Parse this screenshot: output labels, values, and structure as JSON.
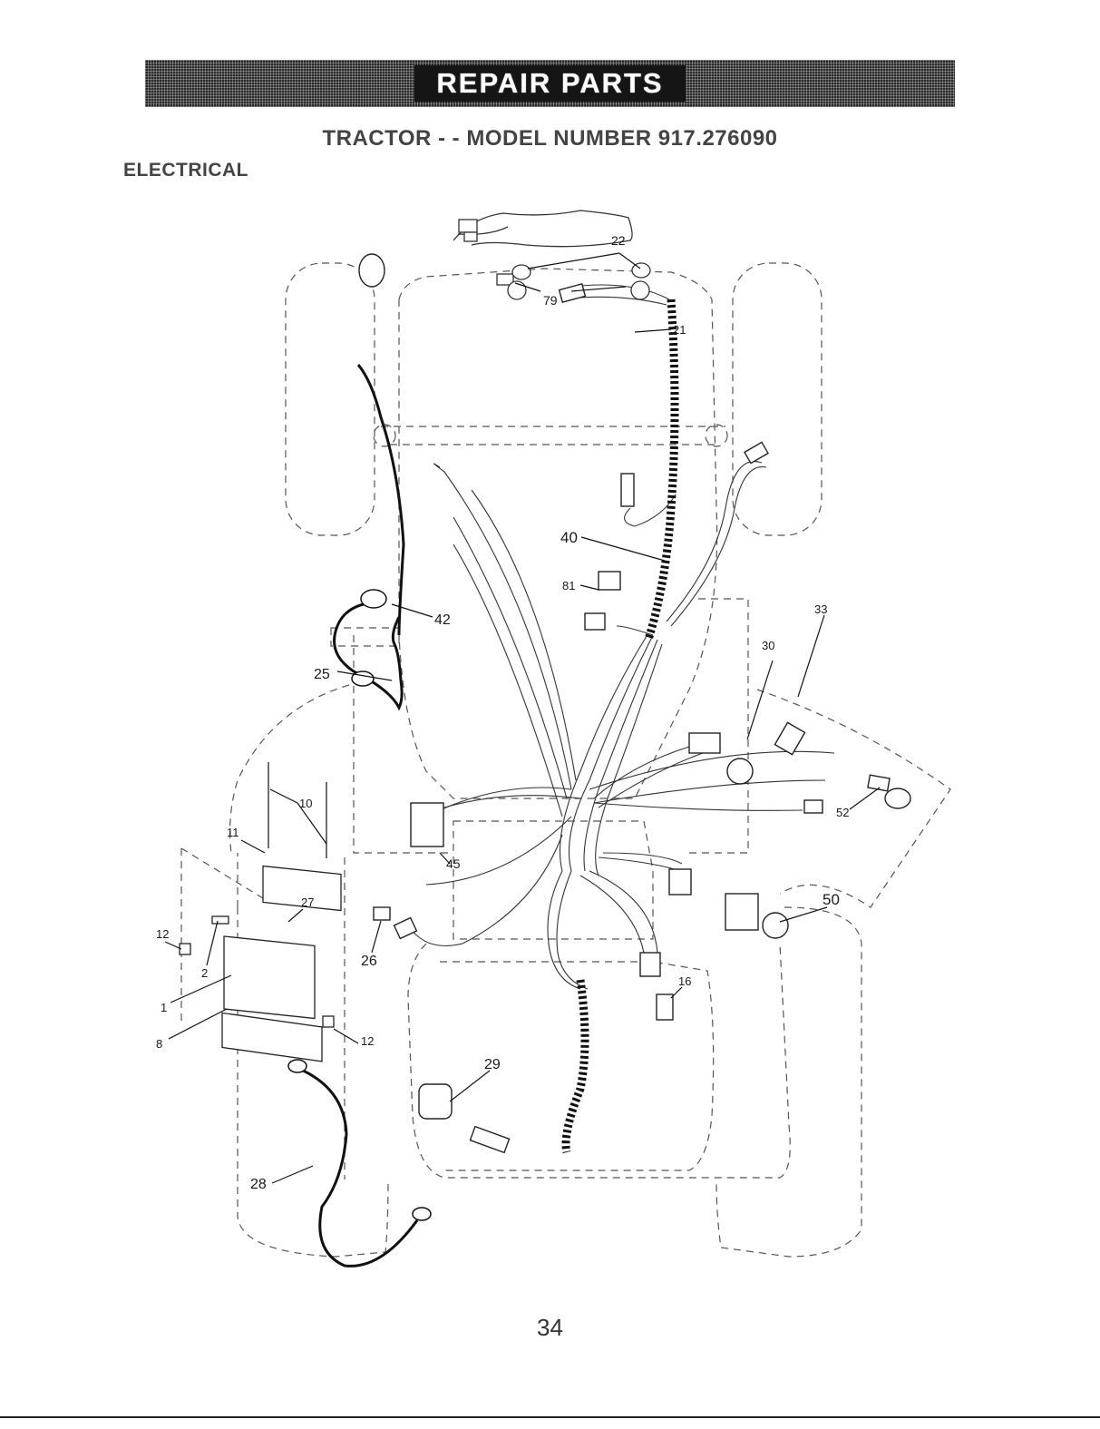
{
  "header": {
    "banner": "REPAIR PARTS",
    "model": "TRACTOR - - MODEL NUMBER 917.276090",
    "section": "ELECTRICAL"
  },
  "callouts": {
    "c22": "22",
    "c79": "79",
    "c21": "21",
    "c40": "40",
    "c81": "81",
    "c42": "42",
    "c25": "25",
    "c33": "33",
    "c30": "30",
    "c10": "10",
    "c11": "11",
    "c45": "45",
    "c52": "52",
    "c27": "27",
    "c50": "50",
    "c12a": "12",
    "c2": "2",
    "c26": "26",
    "c16": "16",
    "c1": "1",
    "c8": "8",
    "c12b": "12",
    "c29": "29",
    "c28": "28"
  },
  "footer": {
    "page_number": "34"
  }
}
